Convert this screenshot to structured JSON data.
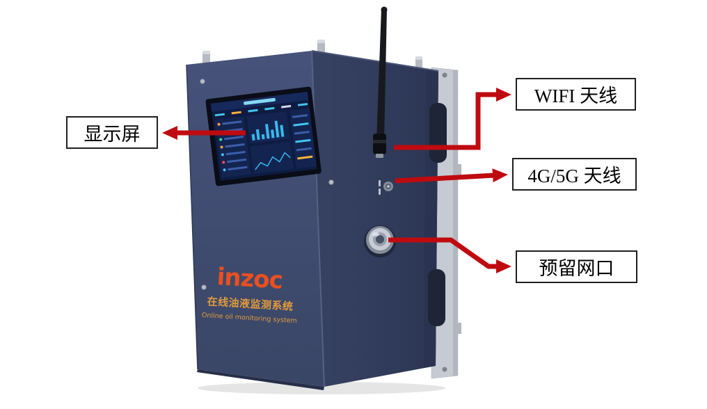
{
  "device": {
    "logo": "inzoc",
    "name_cn": "在线油液监测系统",
    "name_en": "Online oil monitoring system"
  },
  "annotations": {
    "labels": [
      {
        "id": "display-screen",
        "text": "显示屏"
      },
      {
        "id": "wifi-antenna",
        "text": "WIFI 天线"
      },
      {
        "id": "cellular-antenna",
        "text": "4G/5G 天线"
      },
      {
        "id": "network-port",
        "text": "预留网口"
      }
    ],
    "arrow_color": "#bf0b10",
    "label_border_color": "#1f1f1f"
  },
  "colors": {
    "body_front": "#3f4b6d",
    "body_side": "#323d5c",
    "bracket_gray": "#c6cad2",
    "logo_orange": "#ea4f1f",
    "brand_orange": "#e09a3c",
    "screen_bg": "#0f1c42"
  }
}
